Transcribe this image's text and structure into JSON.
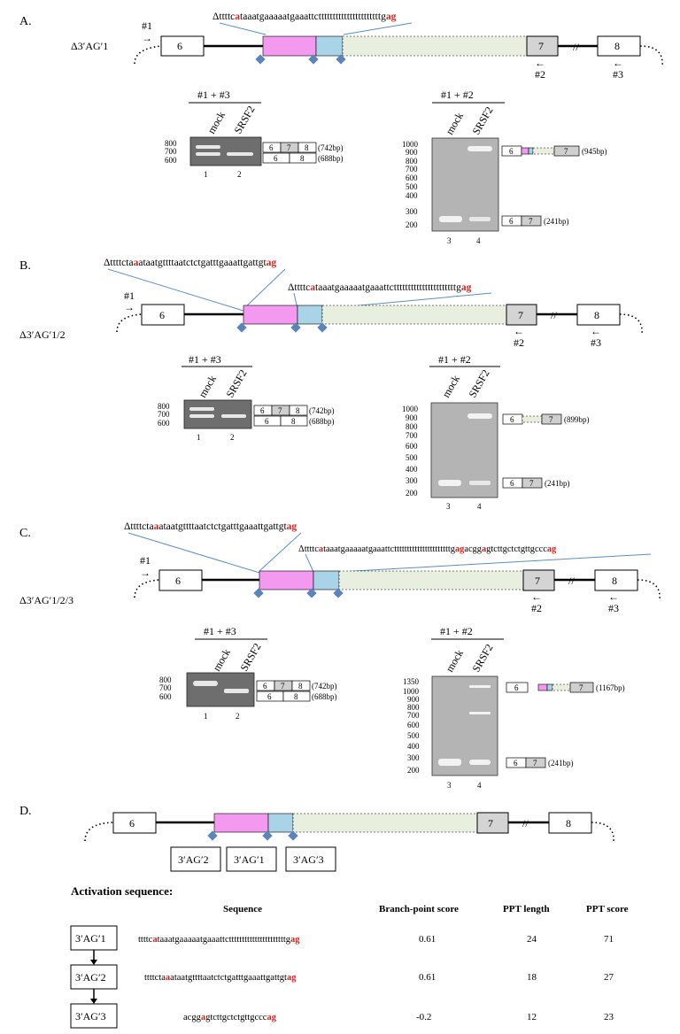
{
  "panels": {
    "a": {
      "letter": "A.",
      "construct": "Δ3′AG′1",
      "seq": {
        "d": "Δ",
        "p1": "ttttc",
        "r1": "a",
        "p2": "taaatgaaaaatgaaattcttttttttttttttttttttttg",
        "r2": "ag"
      },
      "primer1": "#1",
      "primer2": "#2",
      "primer3": "#3",
      "exons": [
        "6",
        "7",
        "8"
      ],
      "gel1": {
        "title": "#1 + #3",
        "lanes": [
          "mock",
          "SRSF2"
        ],
        "nums": [
          "1",
          "2"
        ],
        "ladder": [
          "800",
          "700",
          "600"
        ],
        "products": [
          "(742bp)",
          "(688bp)"
        ]
      },
      "gel2": {
        "title": "#1 + #2",
        "lanes": [
          "mock",
          "SRSF2"
        ],
        "nums": [
          "3",
          "4"
        ],
        "ladder": [
          "1000",
          "900",
          "800",
          "700",
          "600",
          "500",
          "400",
          "300",
          "200"
        ],
        "products": [
          "(945bp)",
          "(241bp)"
        ]
      }
    },
    "b": {
      "letter": "B.",
      "construct": "Δ3′AG′1/2",
      "seq1": {
        "d": "Δ",
        "p1": "ttttcta",
        "r1": "a",
        "p2": "ataatgttttaatctctgatttgaaattgattgt",
        "r2": "ag"
      },
      "seq2": {
        "d": "Δ",
        "p1": "ttttc",
        "r1": "a",
        "p2": "taaatgaaaaatgaaattcttttttttttttttttttttttg",
        "r2": "ag"
      },
      "primer1": "#1",
      "primer2": "#2",
      "primer3": "#3",
      "exons": [
        "6",
        "7",
        "8"
      ],
      "gel1": {
        "title": "#1 + #3",
        "lanes": [
          "mock",
          "SRSF2"
        ],
        "nums": [
          "1",
          "2"
        ],
        "ladder": [
          "800",
          "700",
          "600"
        ],
        "products": [
          "(742bp)",
          "(688bp)"
        ]
      },
      "gel2": {
        "title": "#1 + #2",
        "lanes": [
          "mock",
          "SRSF2"
        ],
        "nums": [
          "3",
          "4"
        ],
        "ladder": [
          "1000",
          "900",
          "800",
          "700",
          "600",
          "500",
          "400",
          "300",
          "200"
        ],
        "products": [
          "(899bp)",
          "(241bp)"
        ]
      }
    },
    "c": {
      "letter": "C.",
      "construct": "Δ3′AG′1/2/3",
      "seq1": {
        "d": "Δ",
        "p1": "ttttcta",
        "r1": "a",
        "p2": "ataatgttttaatctctgatttgaaattgattgt",
        "r2": "ag"
      },
      "seq2": {
        "d": "Δ",
        "p1": "ttttc",
        "r1": "a",
        "p2": "taaatgaaaaatgaaattcttttttttttttttttttttttg",
        "r2": "ag",
        "p3": "acgg",
        "r3": "a",
        "p4": "gtcttgctctgttgccc",
        "r4": "ag"
      },
      "primer1": "#1",
      "primer2": "#2",
      "primer3": "#3",
      "exons": [
        "6",
        "7",
        "8"
      ],
      "gel1": {
        "title": "#1 + #3",
        "lanes": [
          "mock",
          "SRSF2"
        ],
        "nums": [
          "1",
          "2"
        ],
        "ladder": [
          "800",
          "700",
          "600"
        ],
        "products": [
          "(742bp)",
          "(688bp)"
        ]
      },
      "gel2": {
        "title": "#1 + #2",
        "lanes": [
          "mock",
          "SRSF2"
        ],
        "nums": [
          "3",
          "4"
        ],
        "ladder": [
          "1350",
          "1000",
          "900",
          "800",
          "700",
          "600",
          "500",
          "400",
          "300",
          "200"
        ],
        "products": [
          "(1167bp)",
          "(241bp)"
        ]
      }
    },
    "d": {
      "letter": "D.",
      "exons": [
        "6",
        "7",
        "8"
      ],
      "sites": [
        "3′AG′2",
        "3′AG′1",
        "3′AG′3"
      ]
    }
  },
  "table": {
    "title": "Activation sequence:",
    "headers": [
      "Sequence",
      "Branch-point score",
      "PPT length",
      "PPT score"
    ],
    "rows": [
      {
        "site": "3′AG′1",
        "seq": {
          "p1": "ttttc",
          "r1": "a",
          "p2": "taaatgaaaaatgaaattcttttttttttttttttttttttg",
          "r2": "ag"
        },
        "bp": "0.61",
        "len": "24",
        "score": "71"
      },
      {
        "site": "3′AG′2",
        "seq": {
          "p1": "ttttcta",
          "r1": "a",
          "p2": "ataatgttttaatctctgatttgaaattgattgt",
          "r2": "ag"
        },
        "bp": "0.61",
        "len": "18",
        "score": "27"
      },
      {
        "site": "3′AG′3",
        "seq": {
          "p1": "acgg",
          "r1": "a",
          "p2": "gtcttgctctgttgccc",
          "r2": "ag"
        },
        "bp": "-0.2",
        "len": "12",
        "score": "23"
      }
    ]
  },
  "colors": {
    "red": "#e0201b",
    "marker": "#5b84bd",
    "pink": "#f39af0",
    "lightblue": "#a9d3e6",
    "lightgreen": "#e9efdf"
  }
}
